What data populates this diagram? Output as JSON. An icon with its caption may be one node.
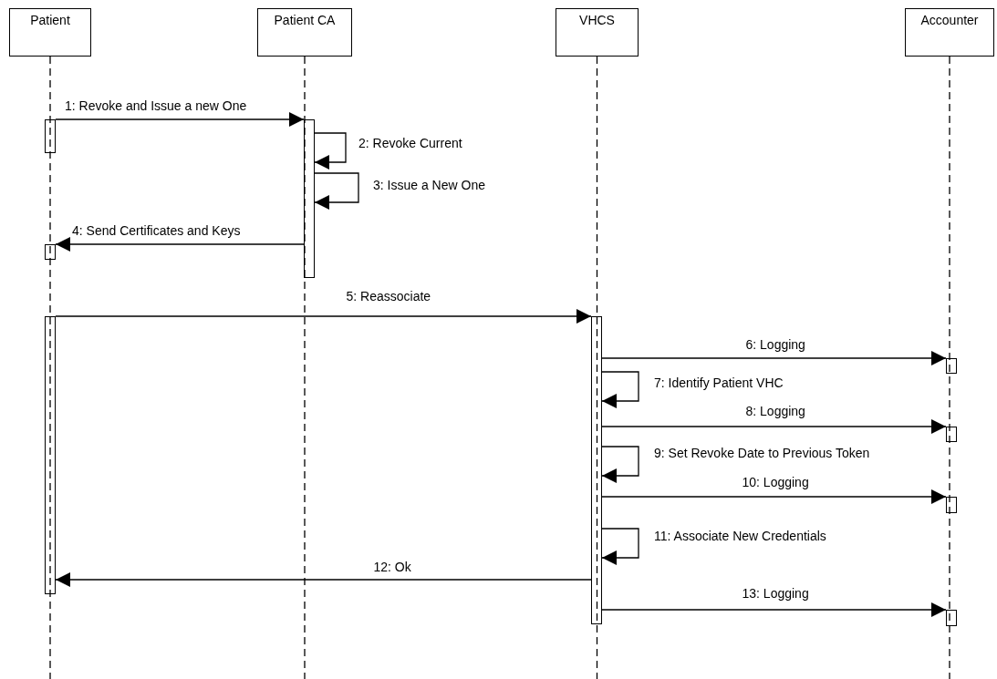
{
  "diagram": {
    "nodes": [
      {
        "text": [
          "Patient"
        ]
      },
      {
        "text": [
          "Patient CA"
        ]
      },
      {
        "text": [
          "VHCS"
        ]
      },
      {
        "text": [
          "Accounter"
        ]
      },
      {
        "text": [],
        "shape": "bar"
      },
      {
        "text": [],
        "shape": "bar"
      },
      {
        "text": [],
        "shape": "bar"
      },
      {
        "text": [],
        "shape": "bar"
      },
      {
        "text": [],
        "shape": "bar"
      },
      {
        "text": [],
        "shape": "bar"
      },
      {
        "text": [],
        "shape": "bar"
      },
      {
        "text": [],
        "shape": "bar"
      },
      {
        "text": [],
        "shape": "bar"
      }
    ],
    "edges": [
      {
        "from": 4,
        "to": 5,
        "arrow": "to",
        "label": "1: Revoke and Issue a new One"
      },
      {
        "from": 5,
        "to": 5,
        "arrow": "to",
        "label": "2: Revoke Current"
      },
      {
        "from": 5,
        "to": 5,
        "arrow": "to",
        "label": "3: Issue a New One"
      },
      {
        "from": 5,
        "to": 6,
        "arrow": "to",
        "label": "4: Send Certificates and Keys"
      },
      {
        "from": 7,
        "to": 8,
        "arrow": "to",
        "label": "5: Reassociate"
      },
      {
        "from": 8,
        "to": 9,
        "arrow": "to",
        "label": "6: Logging"
      },
      {
        "from": 8,
        "to": 8,
        "arrow": "to",
        "label": "7: Identify Patient VHC"
      },
      {
        "from": 8,
        "to": 10,
        "arrow": "to",
        "label": "8: Logging"
      },
      {
        "from": 8,
        "to": 8,
        "arrow": "to",
        "label": "9: Set Revoke Date to Previous Token"
      },
      {
        "from": 8,
        "to": 11,
        "arrow": "to",
        "label": "10: Logging"
      },
      {
        "from": 8,
        "to": 8,
        "arrow": "to",
        "label": "11: Associate New Credentials"
      },
      {
        "from": 8,
        "to": 7,
        "arrow": "to",
        "label": "12: Ok"
      },
      {
        "from": 8,
        "to": 12,
        "arrow": "to",
        "label": "13: Logging"
      }
    ]
  }
}
